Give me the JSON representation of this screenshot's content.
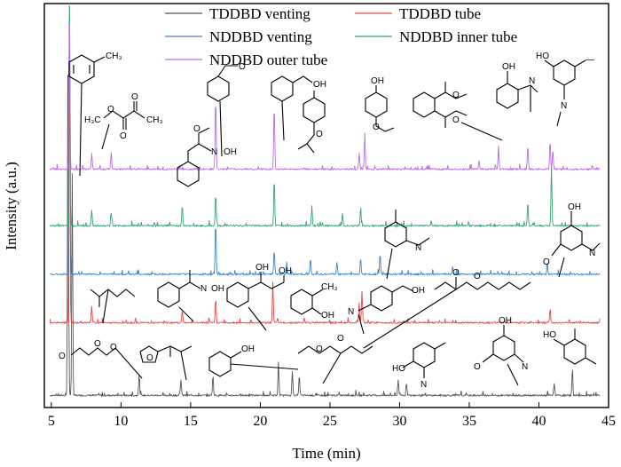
{
  "chart_data": {
    "type": "line",
    "xlabel": "Time (min)",
    "ylabel": "Intensity (a.u.)",
    "xlim": [
      4.5,
      45
    ],
    "xticks": [
      5,
      10,
      15,
      20,
      25,
      30,
      35,
      40,
      45
    ],
    "grid": false,
    "legend_position": "top",
    "series": [
      {
        "name": "TDDBD venting",
        "color": "#555555",
        "baseline": 0.03,
        "peaks": [
          [
            6.2,
            0.93
          ],
          [
            6.5,
            0.55
          ],
          [
            11.3,
            0.05
          ],
          [
            14.3,
            0.04
          ],
          [
            16.6,
            0.05
          ],
          [
            21.3,
            0.08
          ],
          [
            22.3,
            0.06
          ],
          [
            22.8,
            0.05
          ],
          [
            29.9,
            0.04
          ],
          [
            30.5,
            0.03
          ],
          [
            41.1,
            0.03
          ],
          [
            42.4,
            0.06
          ]
        ]
      },
      {
        "name": "TDDBD tube",
        "color": "#e34a4a",
        "baseline": 0.21,
        "peaks": [
          [
            6.3,
            0.7
          ],
          [
            7.9,
            0.04
          ],
          [
            14.4,
            0.03
          ],
          [
            16.8,
            0.06
          ],
          [
            20.9,
            0.1
          ],
          [
            27.1,
            0.05
          ],
          [
            27.3,
            0.08
          ],
          [
            40.8,
            0.03
          ]
        ]
      },
      {
        "name": "NDDBD venting",
        "color": "#3d85c6",
        "baseline": 0.33,
        "peaks": [
          [
            6.3,
            0.78
          ],
          [
            16.8,
            0.13
          ],
          [
            21.0,
            0.06
          ],
          [
            21.9,
            0.03
          ],
          [
            23.6,
            0.04
          ],
          [
            25.5,
            0.03
          ],
          [
            27.2,
            0.04
          ],
          [
            28.6,
            0.05
          ],
          [
            33.8,
            0.02
          ],
          [
            40.6,
            0.03
          ]
        ]
      },
      {
        "name": "NDDBD inner tube",
        "color": "#3aa374",
        "baseline": 0.45,
        "peaks": [
          [
            6.3,
            0.71
          ],
          [
            7.9,
            0.04
          ],
          [
            9.3,
            0.03
          ],
          [
            14.4,
            0.05
          ],
          [
            16.8,
            0.08
          ],
          [
            21.0,
            0.12
          ],
          [
            23.7,
            0.05
          ],
          [
            25.9,
            0.03
          ],
          [
            27.2,
            0.04
          ],
          [
            39.2,
            0.06
          ],
          [
            40.9,
            0.15
          ]
        ]
      },
      {
        "name": "NDDBD outer tube",
        "color": "#b66fe0",
        "baseline": 0.59,
        "peaks": [
          [
            6.3,
            0.36
          ],
          [
            7.9,
            0.04
          ],
          [
            9.3,
            0.04
          ],
          [
            16.8,
            0.18
          ],
          [
            21.0,
            0.16
          ],
          [
            27.1,
            0.04
          ],
          [
            27.5,
            0.09
          ],
          [
            35.7,
            0.02
          ],
          [
            37.1,
            0.05
          ],
          [
            39.2,
            0.06
          ],
          [
            40.8,
            0.07
          ],
          [
            41.0,
            0.05
          ]
        ]
      }
    ]
  }
}
